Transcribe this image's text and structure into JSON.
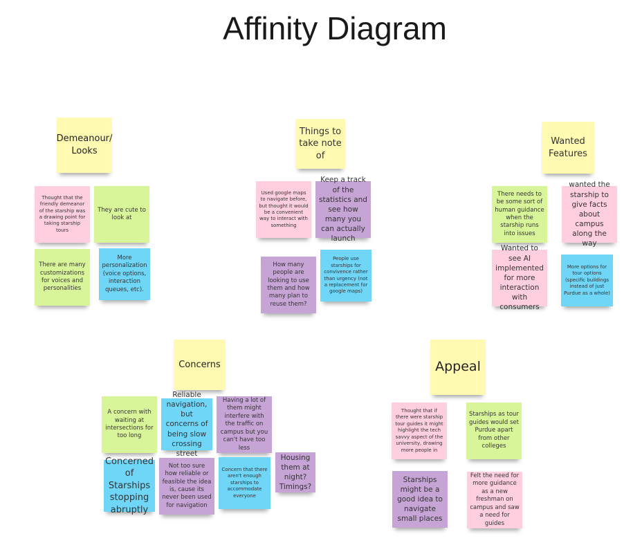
{
  "title": "Affinity Diagram",
  "groups": {
    "demeanour": {
      "header": "Demeanour/ Looks",
      "notes": [
        "Thought that the friendly demeanor of the starship was a drawing point for taking starship tours",
        "They are cute to look at",
        "There are many customizations for voices and personalities",
        "More personalization (voice options, interaction queues, etc)."
      ]
    },
    "things": {
      "header": "Things to take note of",
      "notes": [
        "Used google maps to navigate before, but thought it would be a convenient way to interact with something",
        "Keep a track of the statistics and see how many you can actually launch",
        "How many people are looking to use them and how many plan to reuse them?",
        "People use starships for convivence rather than urgency (not a replacement for google maps)"
      ]
    },
    "wanted": {
      "header": "Wanted Features",
      "notes": [
        "There needs to be some sort of human guidance when the starship runs into issues",
        "wanted the starship to give facts about campus along the way",
        "Wanted to see AI implemented for more interaction with consumers",
        "More options for tour options (specific buildings instead of just Purdue as a whole)"
      ]
    },
    "concerns": {
      "header": "Concerns",
      "notes": [
        "A concern with waiting at intersections for too long",
        "Reliable navigation, but concerns of being slow crossing street",
        "Having a lot of them might interfere with the traffic on campus but you can't have too less",
        "Concerned of Starships stopping abruptly",
        "Not too sure how reliable or feasible the idea is, cause its never been used for navigation",
        "Concern that there aren't enough starships to accommodate everyone",
        "Housing them at night? Timings?"
      ]
    },
    "appeal": {
      "header": "Appeal",
      "notes": [
        "Thought that if there were starship tour guides it might highlight the tech savvy aspect of the university, drawing more people in",
        "Starships as tour guides would set Purdue apart from other colleges",
        "Starships might be a good idea to navigate small places",
        "Felt the need for more guidance as a new freshman on campus and saw a need for guides"
      ]
    }
  },
  "colors": {
    "yellow": "#fff9b1",
    "pink": "#ffcfe0",
    "green": "#d9f59a",
    "blue": "#6fd6f8",
    "purple": "#c7a4d6"
  }
}
